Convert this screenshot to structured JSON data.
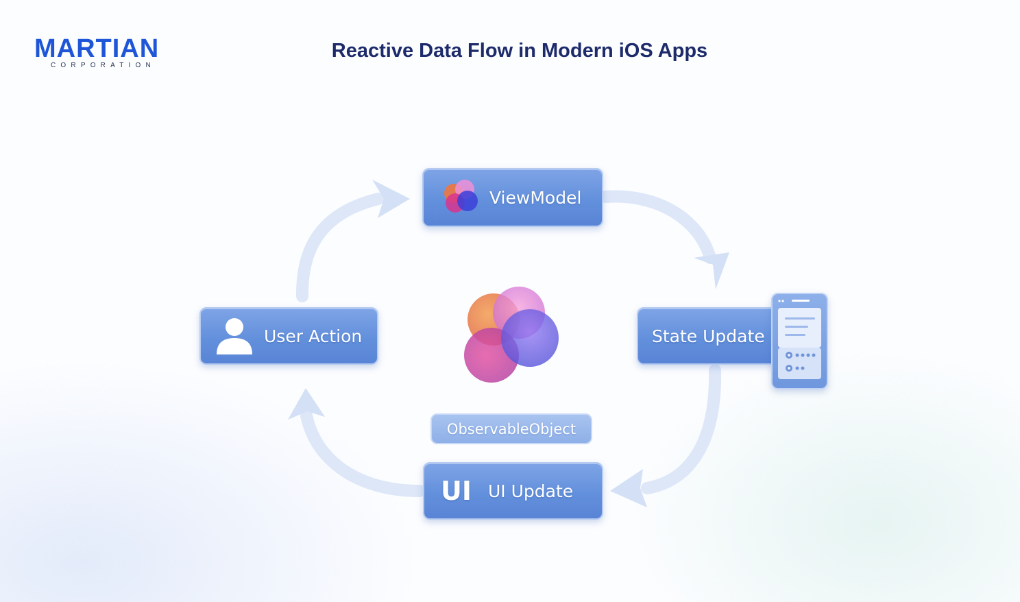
{
  "logo": {
    "wordmark": "MARTIAN",
    "subtitle": "CORPORATION",
    "brand_color": "#1f56d8"
  },
  "title": "Reactive Data Flow in Modern iOS Apps",
  "nodes": {
    "viewmodel": {
      "label": "ViewModel",
      "icon": "overlapping-circles-icon"
    },
    "state_update": {
      "label": "State Update",
      "icon": "phone-screen-icon"
    },
    "ui_update": {
      "label": "UI Update",
      "icon_text": "UI"
    },
    "user_action": {
      "label": "User Action",
      "icon": "user-icon"
    }
  },
  "center": {
    "icon": "overlapping-circles-icon",
    "badge": "ObservableObject"
  },
  "colors": {
    "node_fill": "#6390dc",
    "arrow": "#dbe6f8",
    "title": "#1d2b6b"
  }
}
